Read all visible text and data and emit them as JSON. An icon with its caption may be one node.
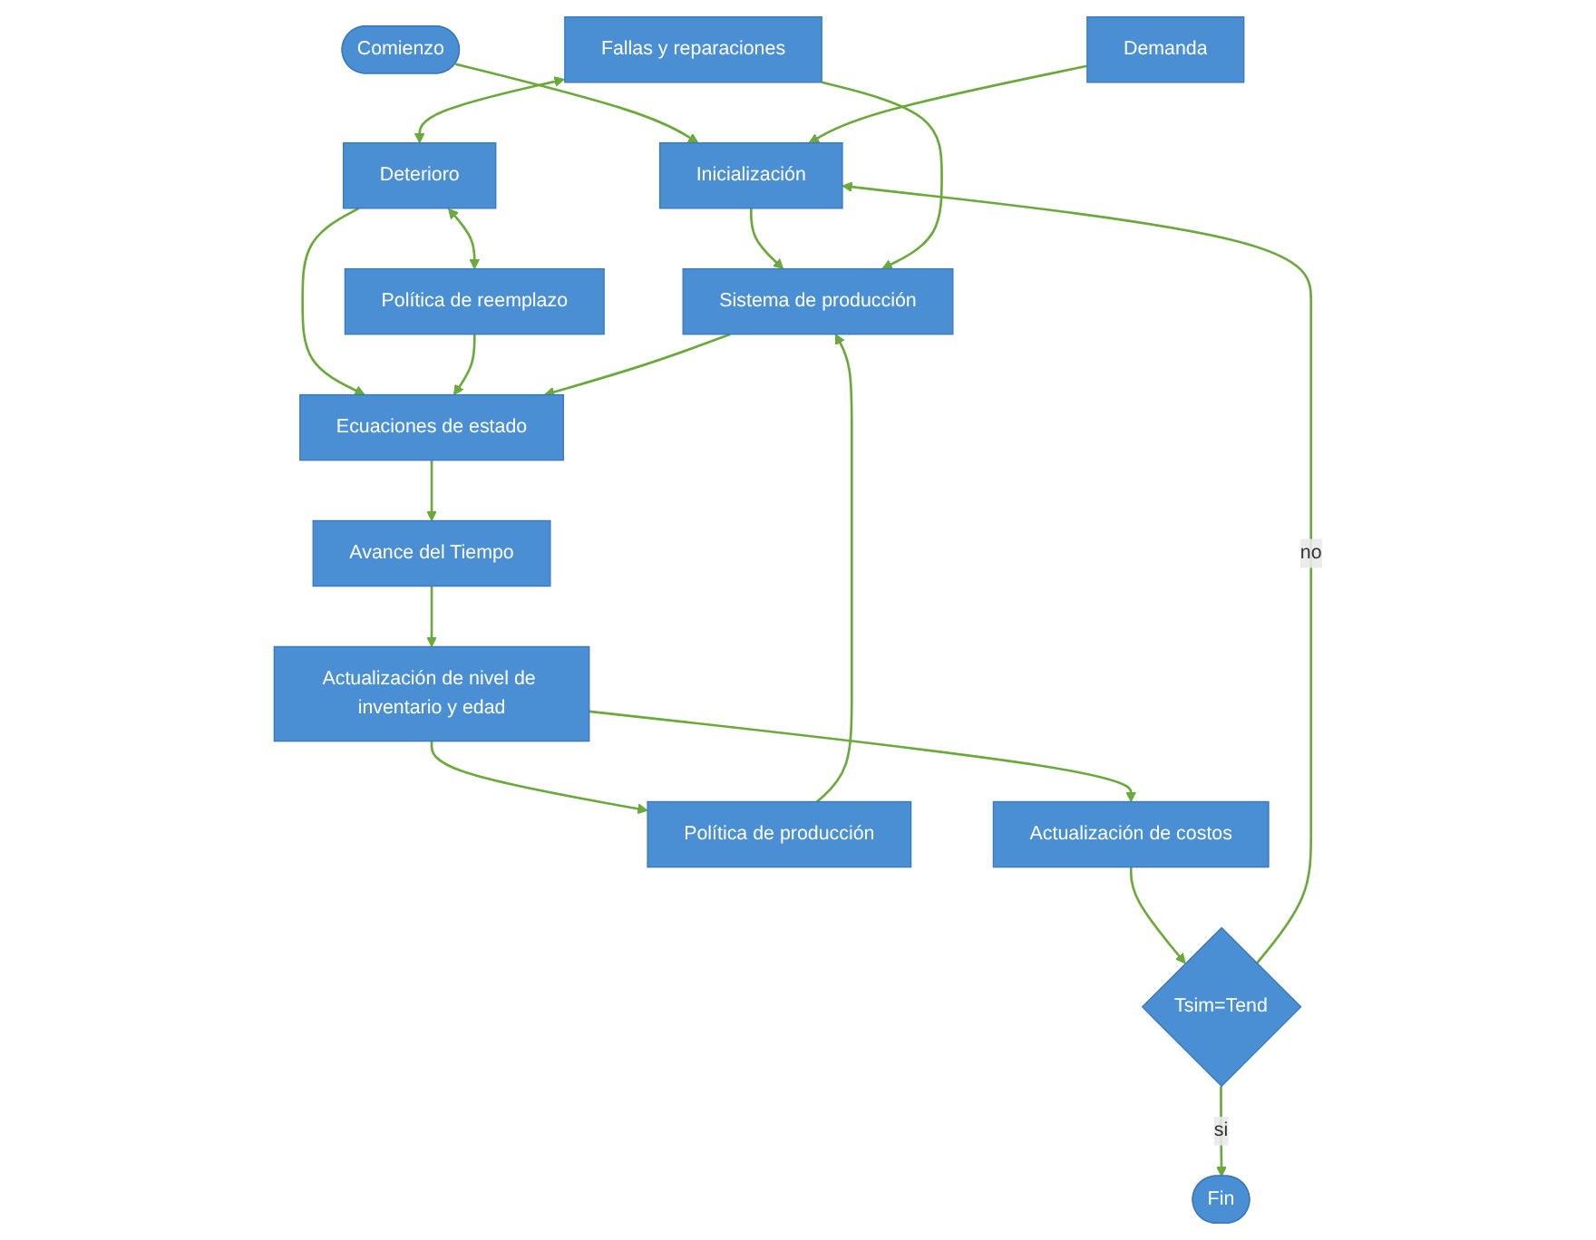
{
  "diagram": {
    "nodes": [
      {
        "text": [
          "Comienzo"
        ]
      },
      {
        "text": [
          "Demanda"
        ]
      },
      {
        "text": [
          "Inicialización"
        ]
      },
      {
        "text": [
          "Fallas y reparaciones"
        ]
      },
      {
        "text": [
          "Sistema de producción"
        ]
      },
      {
        "text": [
          "Política de producción"
        ]
      },
      {
        "text": [
          "Deterioro"
        ]
      },
      {
        "text": [
          "Ecuaciones de estado"
        ]
      },
      {
        "text": [
          "Política de reemplazo"
        ]
      },
      {
        "text": [
          "Avance del Tiempo"
        ]
      },
      {
        "text": [
          "Actualización de nivel de inventario y edad"
        ]
      },
      {
        "text": [
          "Actualización de costos"
        ]
      },
      {
        "text": [
          "Tsim=Tend"
        ]
      },
      {
        "text": [
          "Fin"
        ]
      }
    ],
    "edges": [
      {
        "from": 0,
        "to": 2,
        "arrow": "to"
      },
      {
        "from": 1,
        "to": 2,
        "arrow": "to"
      },
      {
        "from": 2,
        "to": 4,
        "arrow": "to"
      },
      {
        "from": 3,
        "to": 4,
        "arrow": "to"
      },
      {
        "from": 5,
        "to": 4,
        "arrow": "to"
      },
      {
        "from": 3,
        "to": 6,
        "arrow": "both"
      },
      {
        "from": 6,
        "to": 7,
        "arrow": "to"
      },
      {
        "from": 8,
        "to": 7,
        "arrow": "to"
      },
      {
        "from": 6,
        "to": 8,
        "arrow": "both"
      },
      {
        "from": 4,
        "to": 7,
        "arrow": "to"
      },
      {
        "from": 7,
        "to": 9,
        "arrow": "to"
      },
      {
        "from": 9,
        "to": 10,
        "arrow": "to"
      },
      {
        "from": 10,
        "to": 5,
        "arrow": "to"
      },
      {
        "from": 10,
        "to": 11,
        "arrow": "to"
      },
      {
        "from": 11,
        "to": 12,
        "arrow": "to"
      },
      {
        "from": 12,
        "to": 2,
        "arrow": "to",
        "label": "no"
      },
      {
        "from": 12,
        "to": 13,
        "arrow": "to",
        "label": "si"
      }
    ]
  }
}
